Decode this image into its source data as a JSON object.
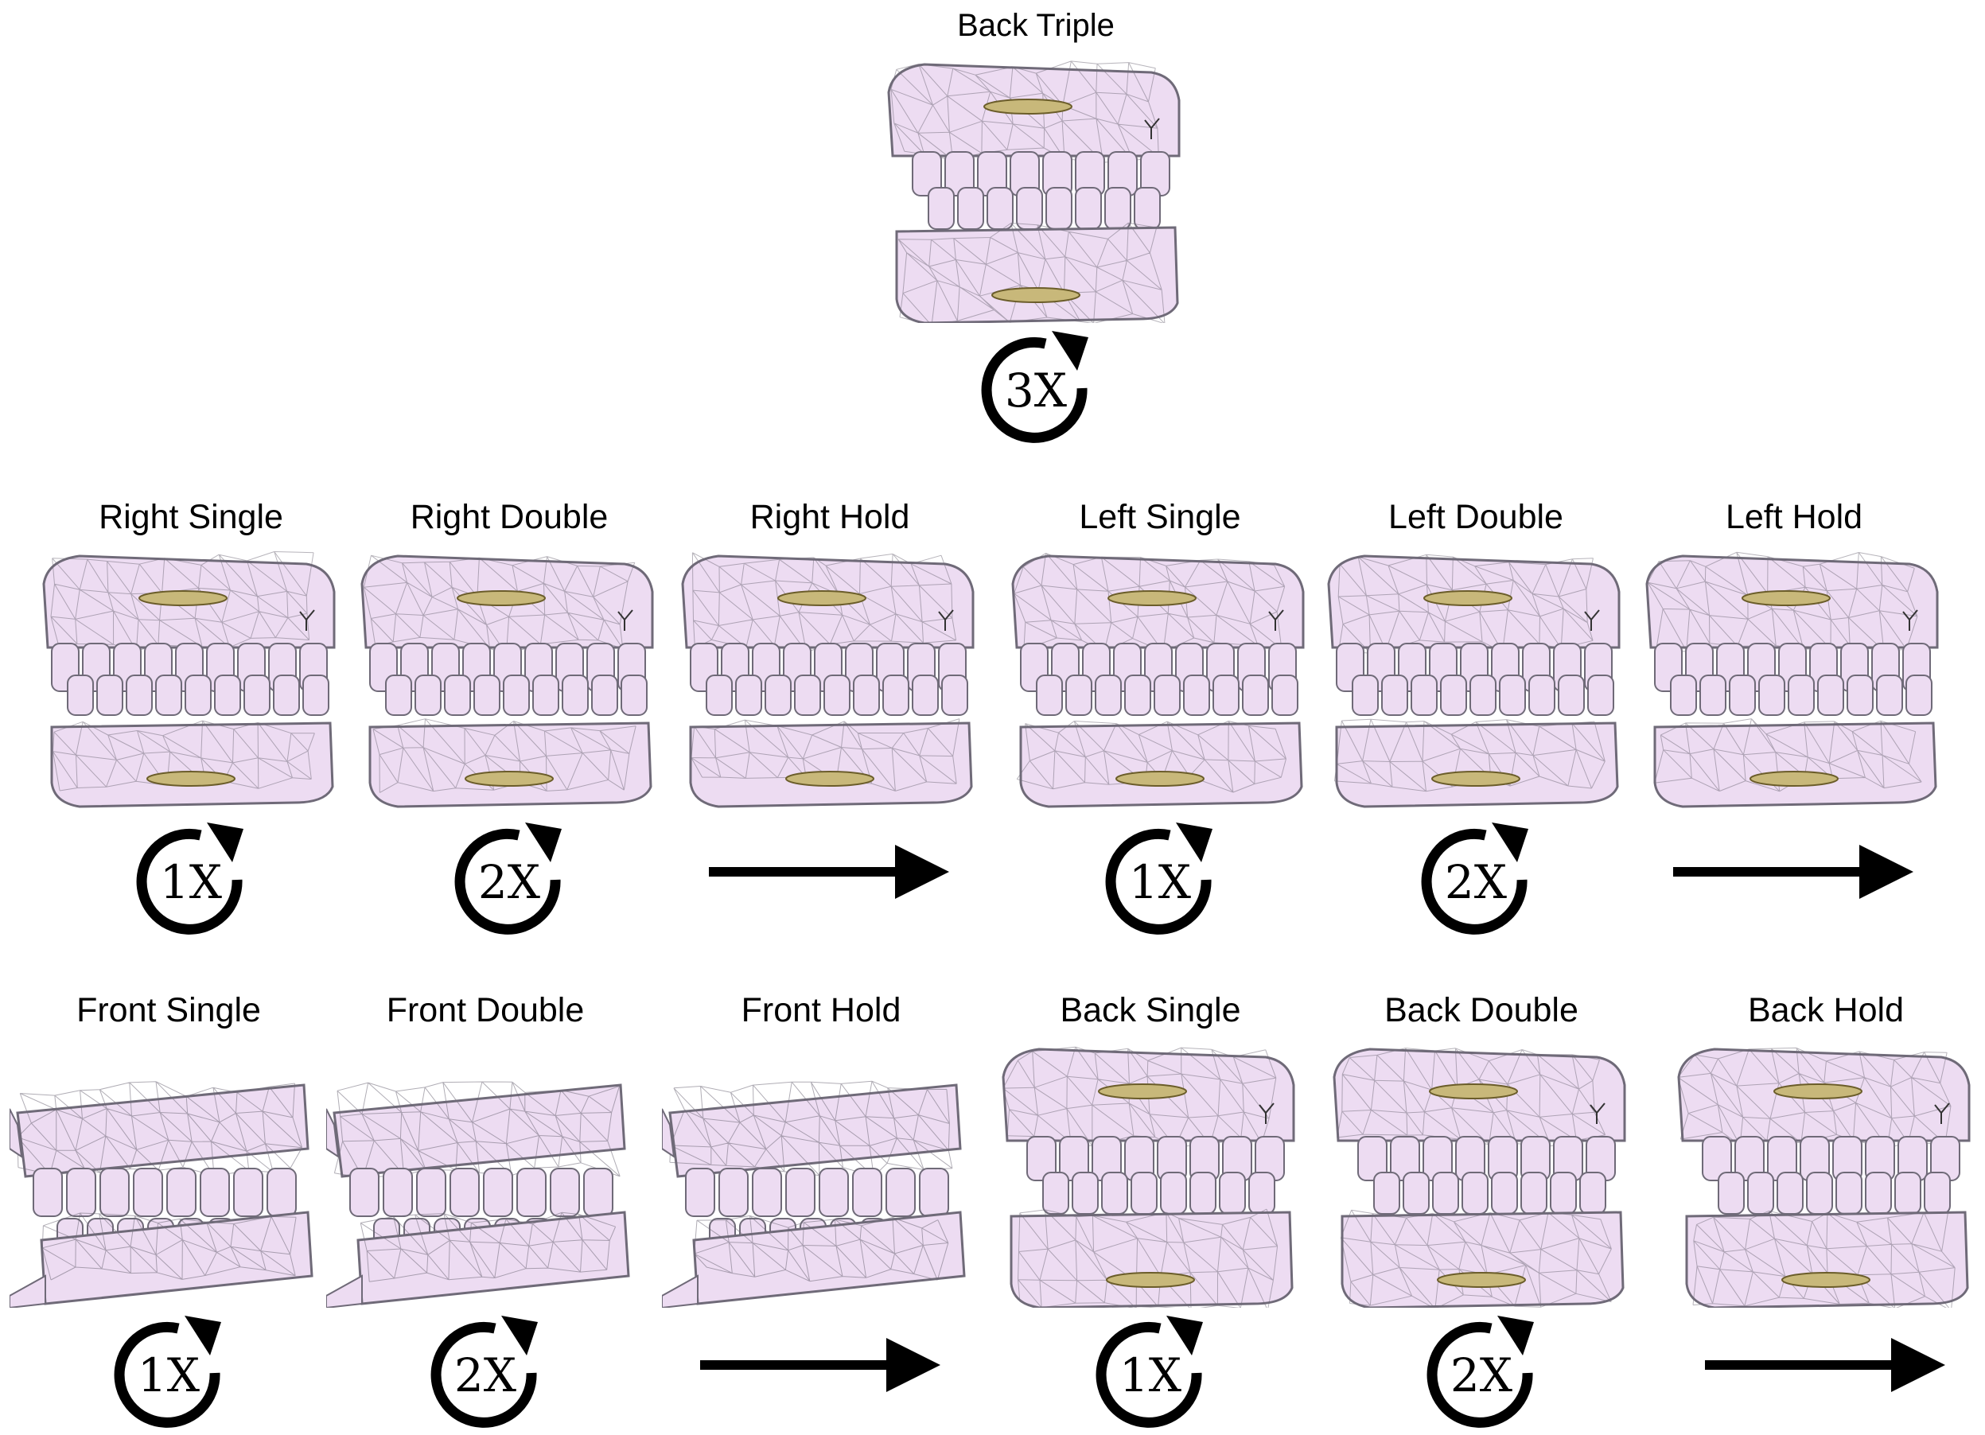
{
  "colors": {
    "mesh_fill": "#eddcf2",
    "mesh_line": "#6f6a78",
    "sensor_fill": "#c8b87a",
    "icon": "#000000"
  },
  "gestures": [
    {
      "id": "back-triple",
      "label": "Back Triple",
      "view": "back",
      "gesture": "rotate",
      "count": "3X"
    },
    {
      "id": "right-single",
      "label": "Right Single",
      "view": "open",
      "gesture": "rotate",
      "count": "1X"
    },
    {
      "id": "right-double",
      "label": "Right Double",
      "view": "open",
      "gesture": "rotate",
      "count": "2X"
    },
    {
      "id": "right-hold",
      "label": "Right Hold",
      "view": "open",
      "gesture": "hold",
      "count": ""
    },
    {
      "id": "left-single",
      "label": "Left Single",
      "view": "open",
      "gesture": "rotate",
      "count": "1X"
    },
    {
      "id": "left-double",
      "label": "Left Double",
      "view": "open",
      "gesture": "rotate",
      "count": "2X"
    },
    {
      "id": "left-hold",
      "label": "Left Hold",
      "view": "open",
      "gesture": "hold",
      "count": ""
    },
    {
      "id": "front-single",
      "label": "Front Single",
      "view": "side",
      "gesture": "rotate",
      "count": "1X"
    },
    {
      "id": "front-double",
      "label": "Front Double",
      "view": "side",
      "gesture": "rotate",
      "count": "2X"
    },
    {
      "id": "front-hold",
      "label": "Front Hold",
      "view": "side",
      "gesture": "hold",
      "count": ""
    },
    {
      "id": "back-single",
      "label": "Back Single",
      "view": "back",
      "gesture": "rotate",
      "count": "1X"
    },
    {
      "id": "back-double",
      "label": "Back Double",
      "view": "back",
      "gesture": "rotate",
      "count": "2X"
    },
    {
      "id": "back-hold",
      "label": "Back Hold",
      "view": "back",
      "gesture": "hold",
      "count": ""
    }
  ]
}
